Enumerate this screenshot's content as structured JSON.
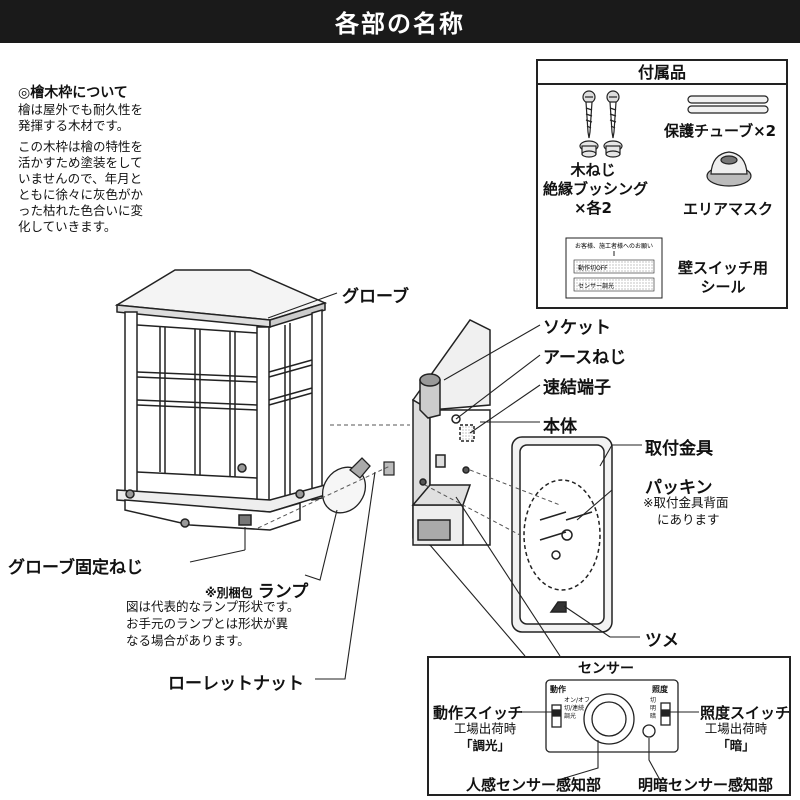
{
  "header": {
    "title": "各部の名称"
  },
  "wood_note": {
    "title": "◎檜木枠について",
    "p1": [
      "檜は屋外でも耐久性を",
      "発揮する木材です。"
    ],
    "p2": [
      "この木枠は檜の特性を",
      "活かすため塗装をして",
      "いませんので、年月と",
      "ともに徐々に灰色がか",
      "った枯れた色合いに変",
      "化していきます。"
    ]
  },
  "accessories": {
    "title": "付属品",
    "screw_label": [
      "木ねじ",
      "絶縁ブッシング",
      "×各2"
    ],
    "tube_label": "保護チューブ×2",
    "mask_label": "エリアマスク",
    "seal_label": [
      "壁スイッチ用",
      "シール"
    ],
    "seal_card": {
      "heading": "お客様、施工者様へのお願い",
      "row1": "動作切OFF",
      "row2": "センサー調光"
    }
  },
  "parts": {
    "globe": "グローブ",
    "socket": "ソケット",
    "earth_screw": "アースねじ",
    "terminal": "速結端子",
    "body": "本体",
    "bracket": "取付金具",
    "packing": "パッキン",
    "packing_note": [
      "※取付金具背面",
      "にあります"
    ],
    "globe_screw": "グローブ固定ねじ",
    "lamp_prefix": "※別梱包",
    "lamp": "ランプ",
    "lamp_note": [
      "図は代表的なランプ形状です。",
      "お手元のランプとは形状が異",
      "なる場合があります。"
    ],
    "knurled_nut": "ローレットナット",
    "claw": "ツメ"
  },
  "sensor": {
    "title": "センサー",
    "motion_switch": "動作スイッチ",
    "motion_default": [
      "工場出荷時",
      "「調光」"
    ],
    "light_switch": "照度スイッチ",
    "light_default": [
      "工場出荷時",
      "「暗」"
    ],
    "motion_sensor": "人感センサー感知部",
    "light_sensor": "明暗センサー感知部",
    "panel_motion_title": "動作",
    "panel_motion_opts": [
      "オン/オフ",
      "切/連続",
      "調光"
    ],
    "panel_light_title": "照度",
    "panel_light_opts": [
      "切",
      "明",
      "暗"
    ]
  }
}
